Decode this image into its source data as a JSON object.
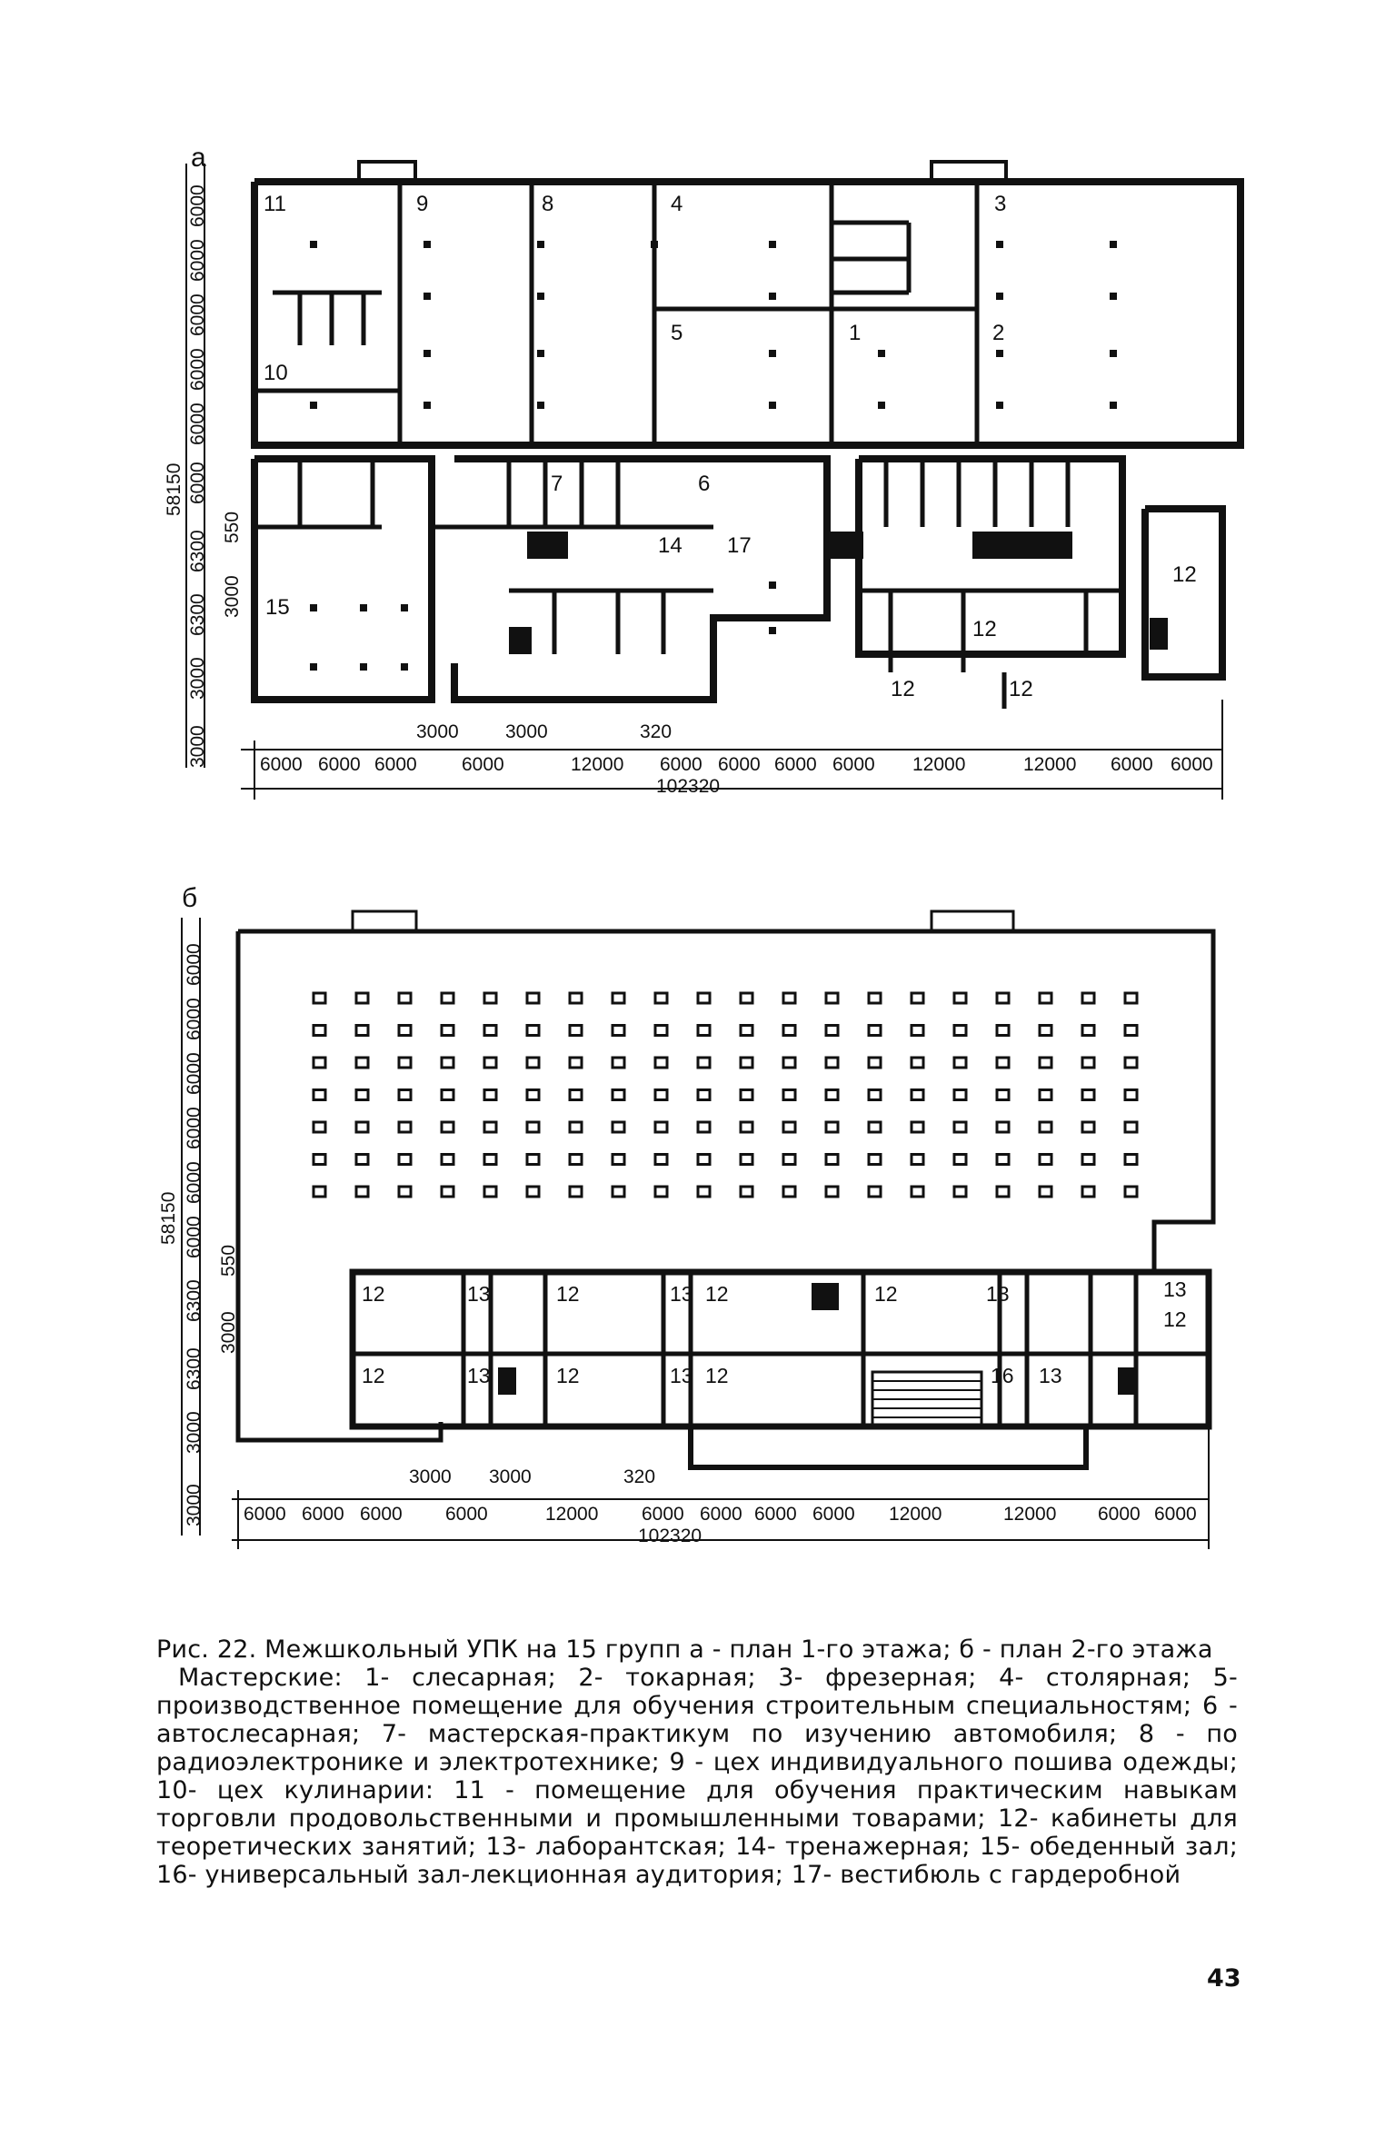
{
  "plan_a": {
    "letter": "а",
    "rooms": [
      "11",
      "9",
      "8",
      "4",
      "3",
      "10",
      "5",
      "1",
      "2",
      "7",
      "6",
      "14",
      "17",
      "15",
      "12",
      "12",
      "12",
      "12",
      "12"
    ],
    "dims": {
      "vertical_total": "58150",
      "vertical_segments": [
        "6000",
        "6000",
        "6000",
        "6000",
        "6000",
        "6000",
        "550",
        "6300",
        "6300",
        "3000",
        "3000",
        "3000"
      ],
      "top_row": [
        "3000",
        "3000",
        "320"
      ],
      "bottom_row": [
        "6000",
        "6000",
        "6000",
        "6000",
        "12000",
        "6000",
        "6000",
        "6000",
        "6000",
        "12000",
        "12000",
        "6000",
        "6000"
      ],
      "total": "102320"
    }
  },
  "plan_b": {
    "letter": "б",
    "rooms": [
      "12",
      "13",
      "12",
      "13",
      "12",
      "12",
      "13",
      "13",
      "12",
      "12",
      "13",
      "12",
      "13",
      "12",
      "16",
      "13",
      "12"
    ],
    "dims": {
      "vertical_total": "58150",
      "vertical_segments": [
        "6000",
        "6000",
        "6000",
        "6000",
        "6000",
        "6000",
        "550",
        "6300",
        "6300",
        "3000",
        "3000",
        "3000"
      ],
      "top_row": [
        "3000",
        "3000",
        "320"
      ],
      "bottom_row": [
        "6000",
        "6000",
        "6000",
        "6000",
        "12000",
        "6000",
        "6000",
        "6000",
        "6000",
        "12000",
        "12000",
        "6000",
        "6000"
      ],
      "total": "102320"
    }
  },
  "caption": {
    "title": "Рис. 22. Межшкольный УПК на 15 групп а - план 1-го этажа; б - план 2-го этажа",
    "legend": "Мастерские: 1- слесарная; 2- токарная; 3- фрезерная; 4- столярная; 5- производственное помещение для обучения строительным специальностям; 6 - автослесарная; 7- мастерская-практикум по изучению автомобиля; 8 - по радиоэлектронике и электротехнике; 9 - цех индивидуального пошива одежды; 10- цех кулинарии: 11 - помещение для обучения практическим навыкам торговли продовольственными и промышленными товарами; 12- кабинеты для теоретических занятий; 13- лаборантская; 14- тренажерная; 15- обеденный зал; 16- универсальный зал-лекционная аудитория; 17- вестибюль с гардеробной"
  },
  "page_number": "43"
}
